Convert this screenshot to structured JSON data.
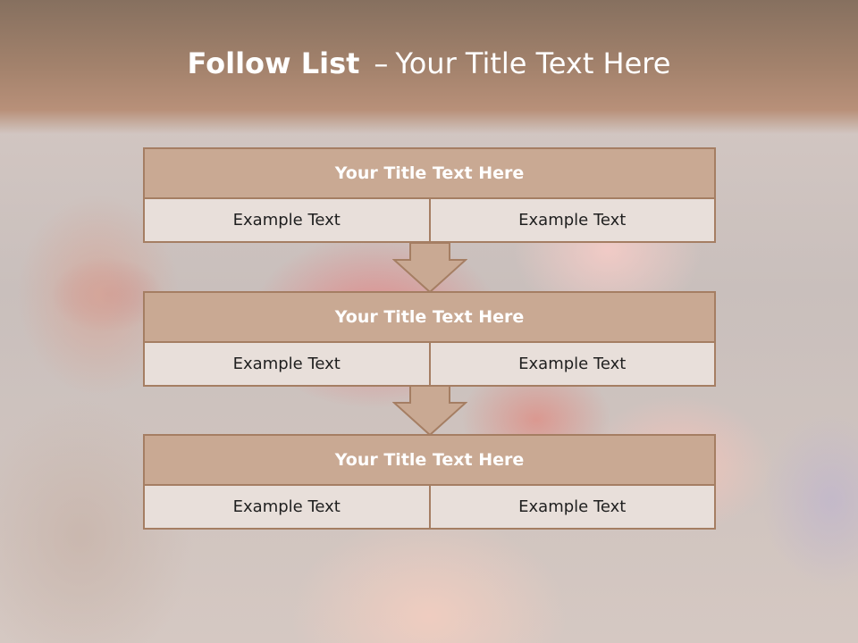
{
  "slide": {
    "title_bold": "Follow List",
    "title_separator": "–",
    "title_rest": "Your Title Text Here"
  },
  "colors": {
    "border": "#a57e63",
    "header_fill": "#c9a993",
    "cell_fill": "#e8dfda",
    "top_band": "#a3826c"
  },
  "steps": [
    {
      "title": "Your Title Text Here",
      "left": "Example Text",
      "right": "Example Text"
    },
    {
      "title": "Your Title Text Here",
      "left": "Example Text",
      "right": "Example Text"
    },
    {
      "title": "Your Title Text Here",
      "left": "Example Text",
      "right": "Example Text"
    }
  ],
  "connector_icon": "down-arrow-icon"
}
